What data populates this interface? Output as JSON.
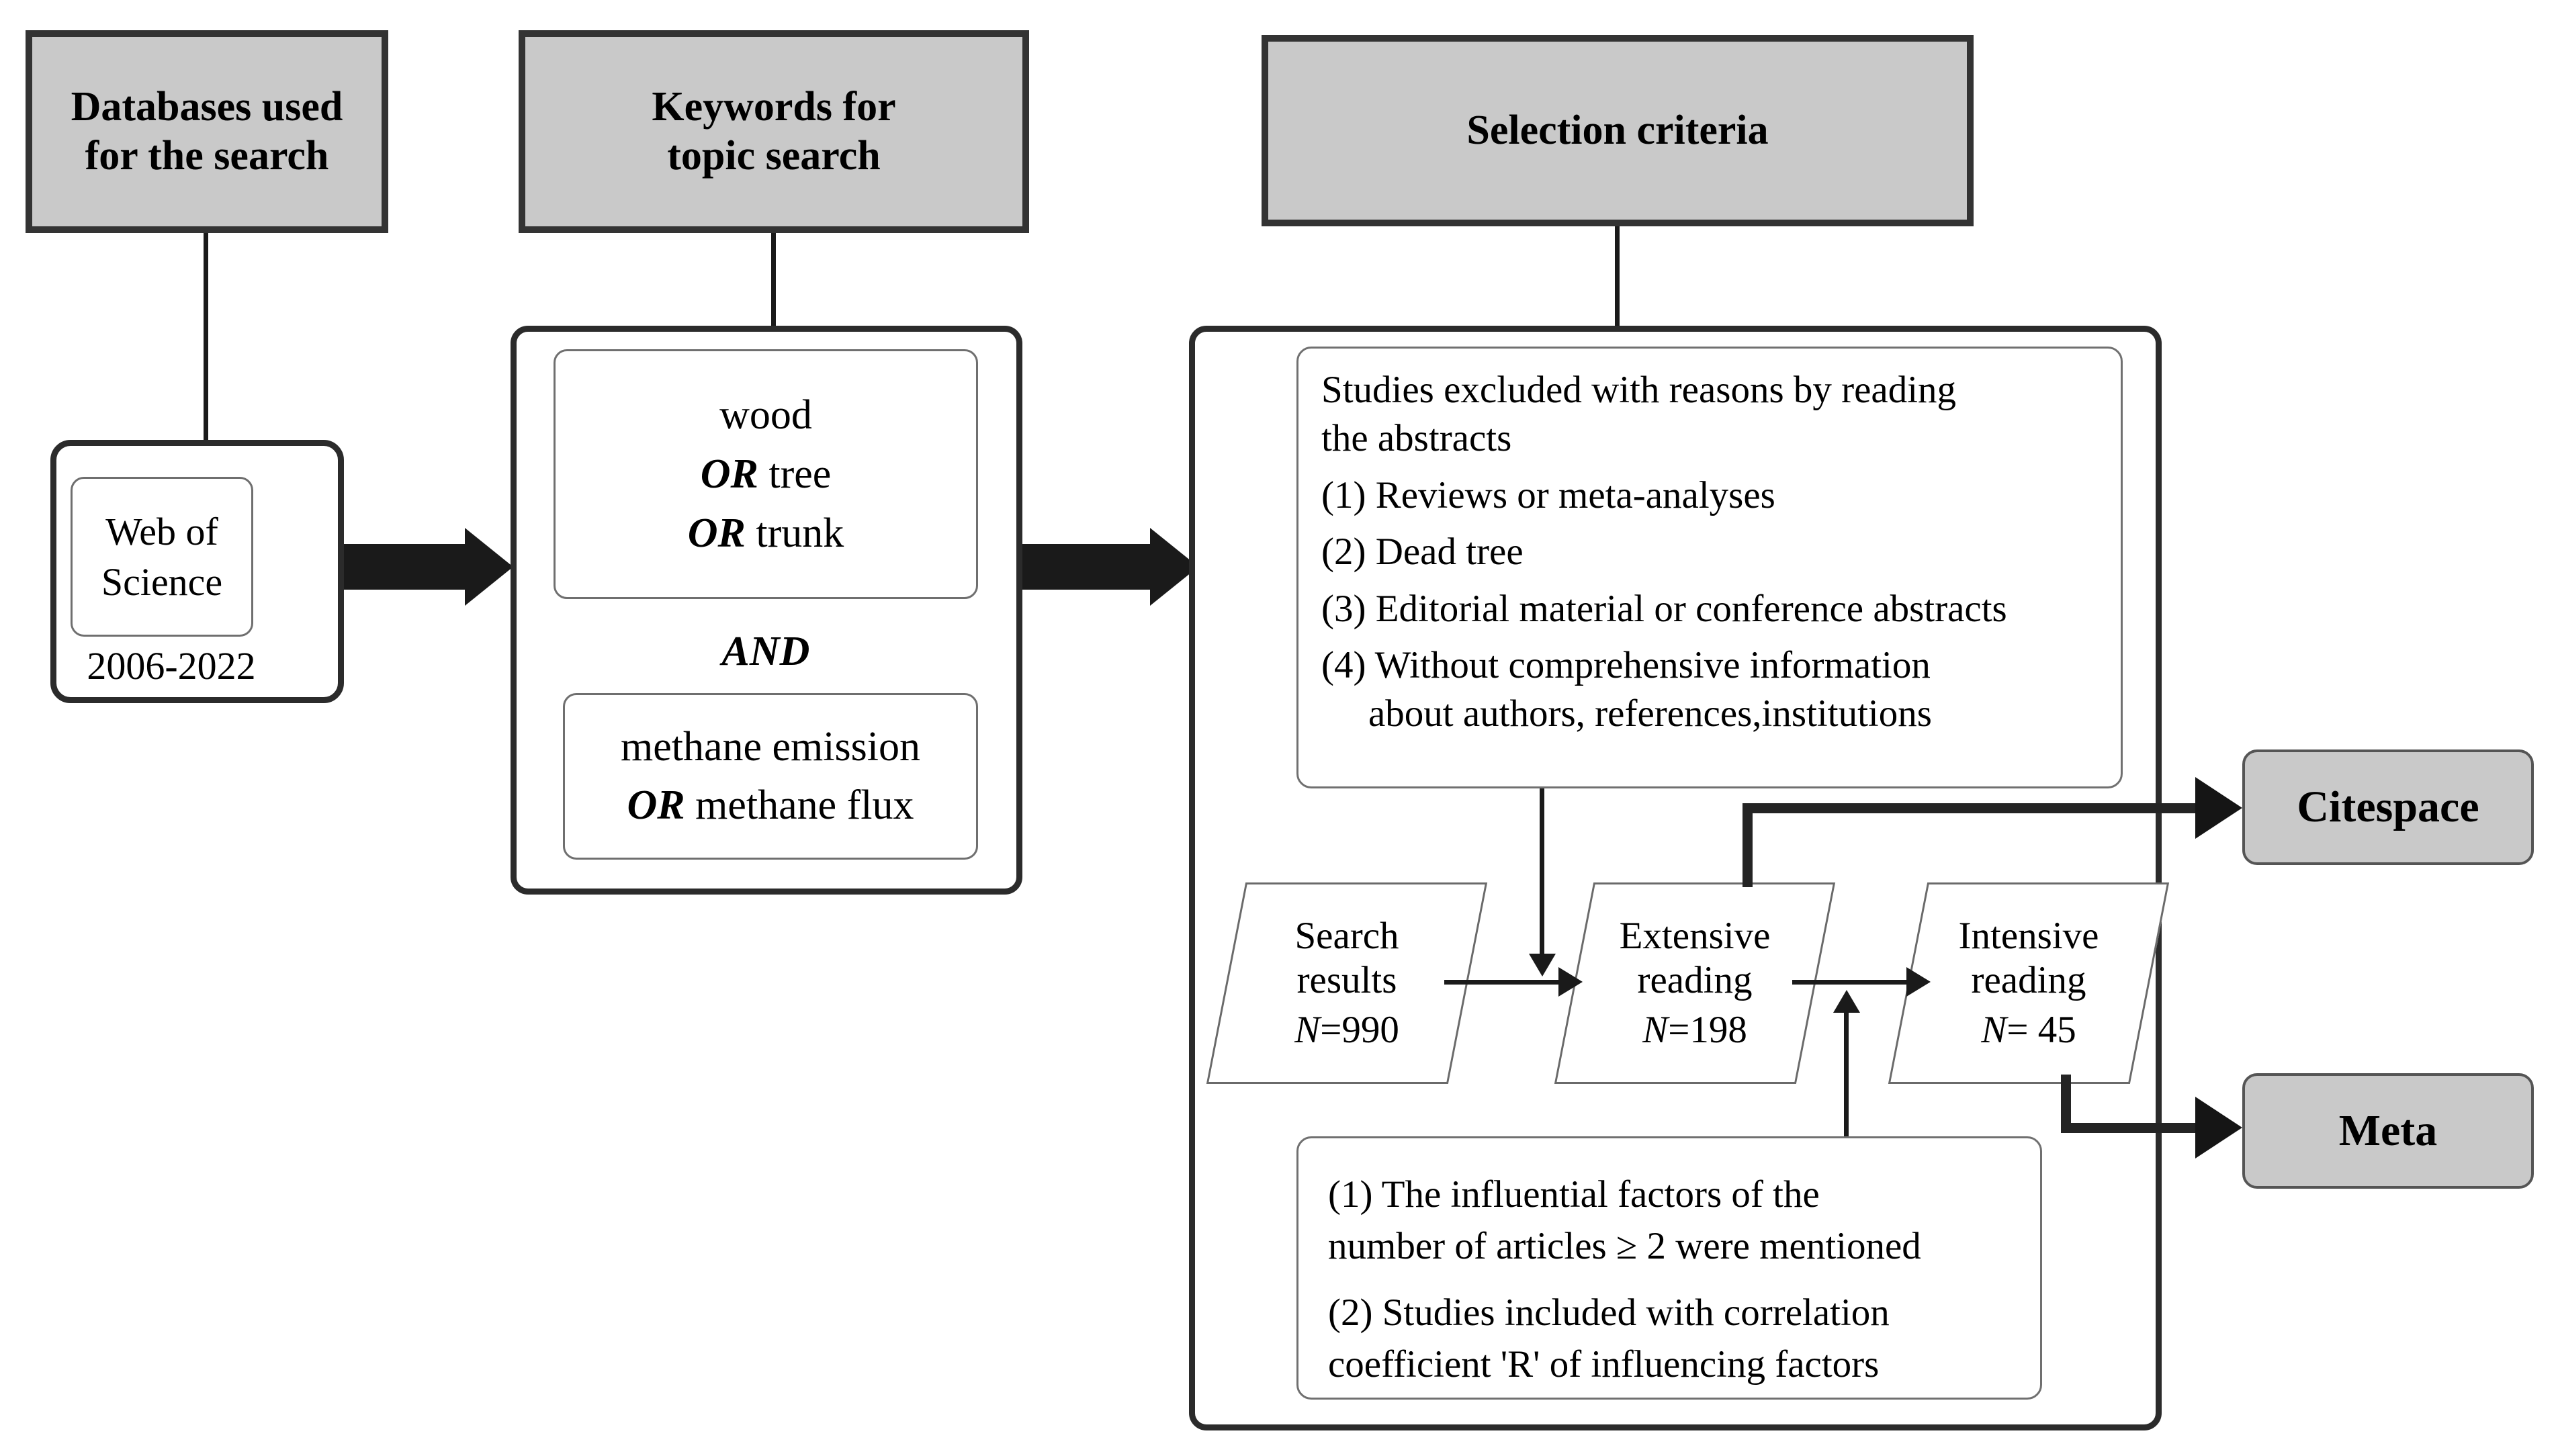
{
  "headers": {
    "databases": "Databases used\nfor the search",
    "keywords": "Keywords for\ntopic search",
    "selection": "Selection criteria"
  },
  "source": {
    "name": "Web of\nScience",
    "years": "2006-2022"
  },
  "keywords_query": {
    "group1_line1": "wood",
    "group1_line2_op": "OR",
    "group1_line2_term": "tree",
    "group1_line3_op": "OR",
    "group1_line3_term": "trunk",
    "connector": "AND",
    "group2_line1": "methane emission",
    "group2_line2_op": "OR",
    "group2_line2_term": "methane flux"
  },
  "exclusion": {
    "title_line1": "Studies excluded with reasons by reading",
    "title_line2": "the abstracts",
    "items": [
      "(1) Reviews or meta-analyses",
      "(2) Dead tree",
      "(3) Editorial material or conference abstracts",
      "(4) Without comprehensive information",
      "about authors, references,institutions"
    ]
  },
  "stages": [
    {
      "line1": "Search",
      "line2": "results",
      "n_label": "N",
      "n_value": "=990"
    },
    {
      "line1": "Extensive",
      "line2": "reading",
      "n_label": "N",
      "n_value": "=198"
    },
    {
      "line1": "Intensive",
      "line2": "reading",
      "n_label": "N",
      "n_value": "= 45"
    }
  ],
  "inclusion": {
    "item1_line1": "(1)   The influential factors of the",
    "item1_line2": "number of articles ≥ 2 were mentioned",
    "item2_line1": "(2)   Studies included with correlation",
    "item2_line2": "coefficient 'R' of influencing factors"
  },
  "outputs": {
    "citespace": "Citespace",
    "meta": "Meta"
  },
  "colors": {
    "header_fill": "#c9c9c9",
    "header_border": "#333333",
    "line": "#1a1a1a",
    "box_border": "#2b2b2b",
    "inner_border": "#6f6f6f"
  }
}
